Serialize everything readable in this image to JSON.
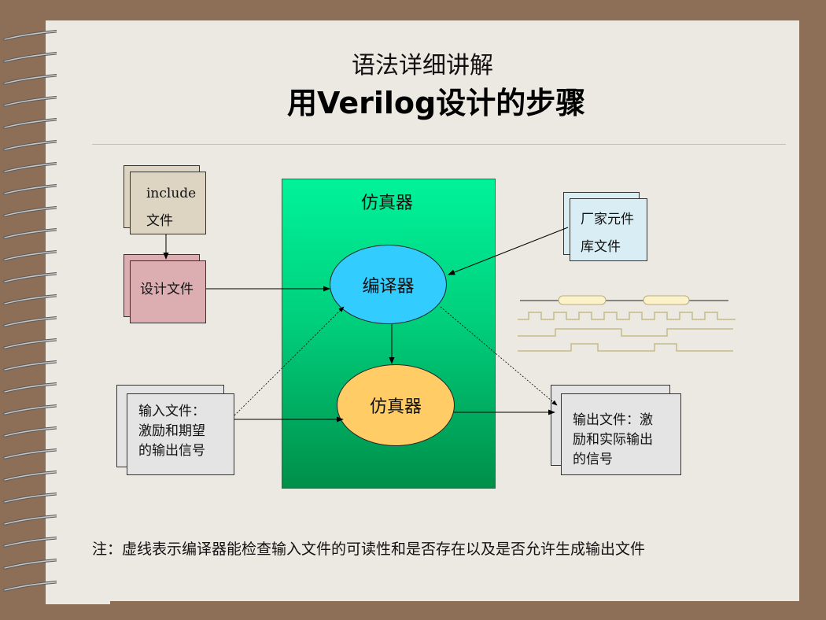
{
  "slide": {
    "subtitle": "语法详细讲解",
    "title": "用Verilog设计的步骤",
    "note": "注：虚线表示编译器能检查输入文件的可读性和是否存在以及是否允许生成输出文件"
  },
  "diagram": {
    "simulator_box_label": "仿真器",
    "include_file": [
      "include",
      "文件"
    ],
    "design_file": "设计文件",
    "vendor_lib": [
      "厂家元件",
      "库文件"
    ],
    "input_file": [
      "输入文件：",
      "激励和期望",
      "的输出信号"
    ],
    "output_file": [
      "输出文件：激",
      "励和实际输出",
      "的信号"
    ],
    "compiler": "编译器",
    "simulator": "仿真器"
  },
  "colors": {
    "frame": "#8d6e57",
    "slide_bg": "#ece8e2",
    "sim_box_top": "#00f39a",
    "sim_box_bottom": "#008f49",
    "compiler_fill": "#33ccff",
    "simulator_fill": "#ffcc66",
    "design_file_fill": "#dcaeb2",
    "include_fill": "#ddd4c2",
    "vendor_fill": "#d8eef4",
    "io_fill": "#e4e4e4",
    "waveform": "#c7bb86"
  }
}
